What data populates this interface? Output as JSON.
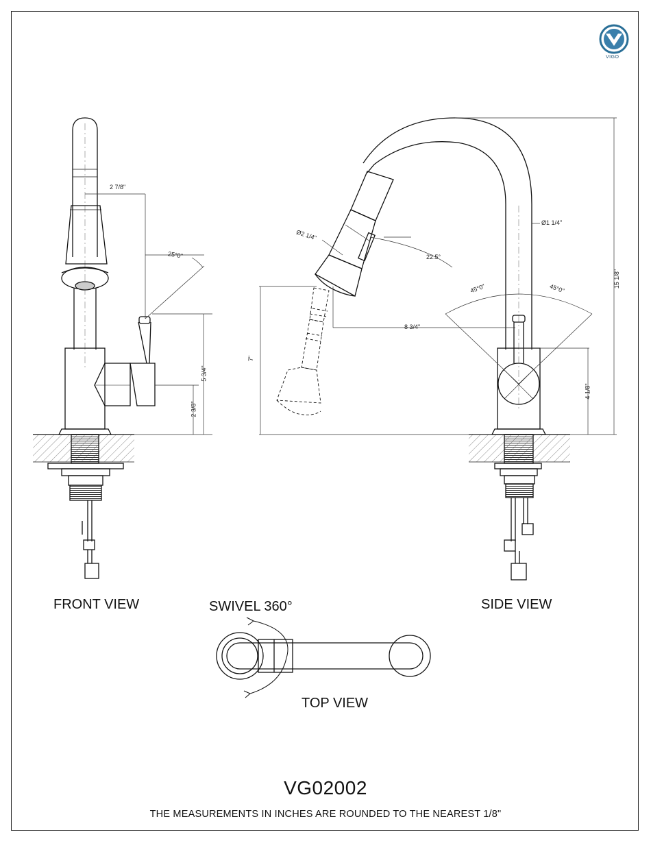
{
  "brand": {
    "logo_text": "VIGO",
    "logo_color": "#2a6f97"
  },
  "views": {
    "front": "FRONT VIEW",
    "side": "SIDE VIEW",
    "top": "TOP VIEW",
    "swivel": "SWIVEL 360°"
  },
  "dimensions": {
    "front_reach": "2 7/8\"",
    "front_angle": "25°0\"",
    "front_handle_height": "5 3/4\"",
    "front_base_height": "2 3/8\"",
    "side_spray_dia": "Ø2 1/4\"",
    "side_spout_dia": "Ø1 1/4\"",
    "side_angle_spray": "22.5°",
    "side_angle_left": "45°0\"",
    "side_angle_right": "45°0\"",
    "side_reach": "8 3/4\"",
    "side_spray_height": "7\"",
    "side_total_height": "15 1/8\"",
    "side_body_height": "4 1/8\""
  },
  "model": "VG02002",
  "note": "THE MEASUREMENTS IN INCHES ARE ROUNDED TO THE NEAREST 1/8\""
}
